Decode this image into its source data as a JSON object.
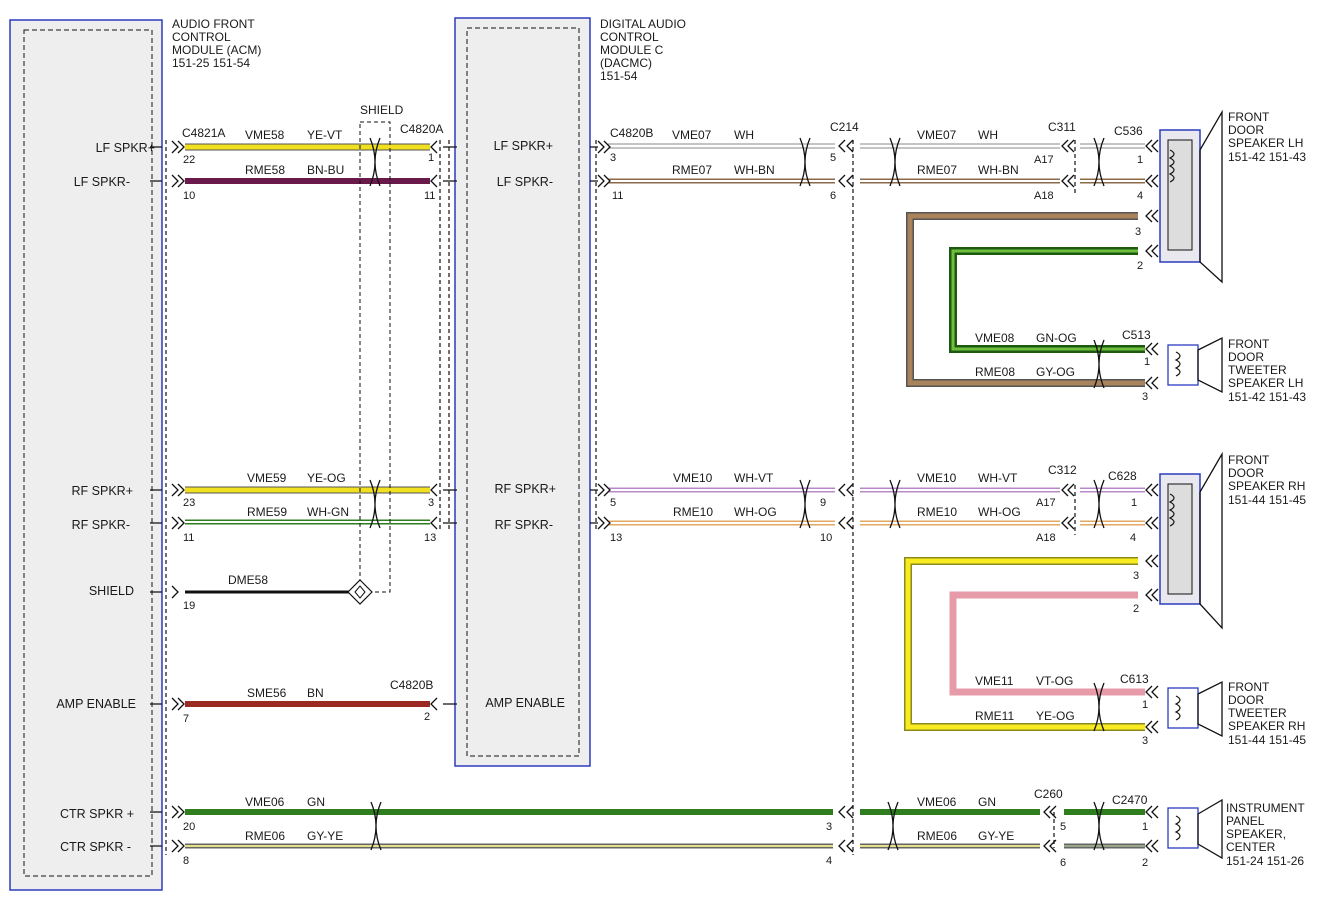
{
  "modules": {
    "acm": {
      "title_lines": [
        "AUDIO FRONT",
        "CONTROL",
        "MODULE (ACM)",
        "151-25  151-54"
      ],
      "pins": [
        "LF SPKR+",
        "LF SPKR-",
        "RF SPKR+",
        "RF SPKR-",
        "SHIELD",
        "AMP ENABLE",
        "CTR SPKR +",
        "CTR SPKR -"
      ]
    },
    "dacmc": {
      "title_lines": [
        "DIGITAL AUDIO",
        "CONTROL",
        "MODULE C",
        "(DACMC)",
        "151-54"
      ],
      "pins": [
        "LF SPKR+",
        "LF SPKR-",
        "RF SPKR+",
        "RF SPKR-",
        "AMP ENABLE"
      ]
    }
  },
  "shield_label": "SHIELD",
  "connectors": {
    "c4821a": "C4821A",
    "c4820a": "C4820A",
    "c4820b_top": "C4820B",
    "c4820b_amp": "C4820B",
    "c214": "C214",
    "c311": "C311",
    "c536": "C536",
    "c513": "C513",
    "c312": "C312",
    "c628": "C628",
    "c613": "C613",
    "c260": "C260",
    "c2470": "C2470"
  },
  "wires": {
    "vme58": {
      "circuit": "VME58",
      "color": "YE-VT"
    },
    "rme58": {
      "circuit": "RME58",
      "color": "BN-BU"
    },
    "vme59": {
      "circuit": "VME59",
      "color": "YE-OG"
    },
    "rme59": {
      "circuit": "RME59",
      "color": "WH-GN"
    },
    "dme58": {
      "circuit": "DME58"
    },
    "sme56": {
      "circuit": "SME56",
      "color": "BN"
    },
    "vme06_a": {
      "circuit": "VME06",
      "color": "GN"
    },
    "rme06_a": {
      "circuit": "RME06",
      "color": "GY-YE"
    },
    "vme07_a": {
      "circuit": "VME07",
      "color": "WH"
    },
    "rme07_a": {
      "circuit": "RME07",
      "color": "WH-BN"
    },
    "vme07_b": {
      "circuit": "VME07",
      "color": "WH"
    },
    "rme07_b": {
      "circuit": "RME07",
      "color": "WH-BN"
    },
    "vme10_a": {
      "circuit": "VME10",
      "color": "WH-VT"
    },
    "rme10_a": {
      "circuit": "RME10",
      "color": "WH-OG"
    },
    "vme10_b": {
      "circuit": "VME10",
      "color": "WH-VT"
    },
    "rme10_b": {
      "circuit": "RME10",
      "color": "WH-OG"
    },
    "vme08": {
      "circuit": "VME08",
      "color": "GN-OG"
    },
    "rme08": {
      "circuit": "RME08",
      "color": "GY-OG"
    },
    "vme11": {
      "circuit": "VME11",
      "color": "VT-OG"
    },
    "rme11": {
      "circuit": "RME11",
      "color": "YE-OG"
    },
    "vme06_b": {
      "circuit": "VME06",
      "color": "GN"
    },
    "rme06_b": {
      "circuit": "RME06",
      "color": "GY-YE"
    }
  },
  "pin_numbers": {
    "acm_lf_pos": "22",
    "acm_lf_neg": "10",
    "acm_rf_pos": "23",
    "acm_rf_neg": "11",
    "acm_shield": "19",
    "acm_amp": "7",
    "acm_ctr_pos": "20",
    "acm_ctr_neg": "8",
    "c4820a_lf_pos": "1",
    "c4820a_lf_neg": "11",
    "c4820a_rf_pos": "3",
    "c4820a_rf_neg": "13",
    "c4820b_amp": "2",
    "dacmc_lf_pos": "3",
    "dacmc_lf_neg": "11",
    "dacmc_rf_pos": "5",
    "dacmc_rf_neg": "13",
    "c214_lf_pos": "5",
    "c214_lf_neg": "6",
    "c214_rf_pos": "9",
    "c214_rf_neg": "10",
    "c214_ctr_pos": "3",
    "c214_ctr_neg": "4",
    "c311_pos": "A17",
    "c311_neg": "A18",
    "c312_pos": "A17",
    "c312_neg": "A18",
    "c536_1": "1",
    "c536_4": "4",
    "c536_3": "3",
    "c536_2": "2",
    "c628_1": "1",
    "c628_4": "4",
    "c628_3": "3",
    "c628_2": "2",
    "c513_1": "1",
    "c513_3": "3",
    "c613_1": "1",
    "c613_3": "3",
    "c260_5": "5",
    "c260_6": "6",
    "c2470_1": "1",
    "c2470_2": "2"
  },
  "components": {
    "lh_door": [
      "FRONT",
      "DOOR",
      "SPEAKER LH",
      "151-42  151-43"
    ],
    "lh_tweeter": [
      "FRONT",
      "DOOR",
      "TWEETER",
      "SPEAKER LH",
      "151-42  151-43"
    ],
    "rh_door": [
      "FRONT",
      "DOOR",
      "SPEAKER RH",
      "151-44  151-45"
    ],
    "rh_tweeter": [
      "FRONT",
      "DOOR",
      "TWEETER",
      "SPEAKER RH",
      "151-44  151-45"
    ],
    "center": [
      "INSTRUMENT",
      "PANEL",
      "SPEAKER,",
      "CENTER",
      "151-24  151-26"
    ]
  },
  "colors": {
    "module_border": "#2b3dbf",
    "module_fill": "#eeeeee",
    "yellow": "#f0e020",
    "purple": "#6a1a4a",
    "brown": "#8b6a4a",
    "green": "#2e7d1e",
    "pink": "#e89aa8",
    "red": "#9b2a22",
    "black": "#111111"
  }
}
